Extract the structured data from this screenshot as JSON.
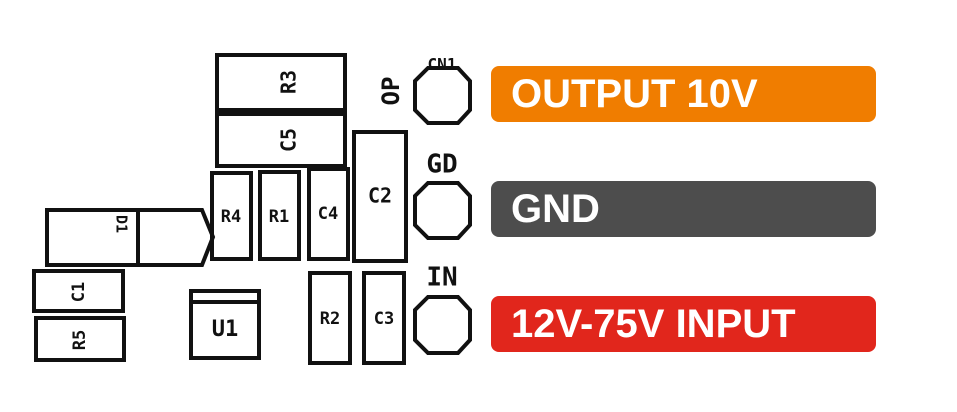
{
  "components": {
    "r3": "R3",
    "c5": "C5",
    "c2": "C2",
    "r4": "R4",
    "r1": "R1",
    "c4": "C4",
    "d1": "D1",
    "c1": "C1",
    "r5": "R5",
    "u1": "U1",
    "r2": "R2",
    "c3": "C3"
  },
  "connector": {
    "name": "CN1",
    "pins": [
      {
        "code": "OP",
        "description": "OUTPUT 10V",
        "color": "#F07D00"
      },
      {
        "code": "GD",
        "description": "GND",
        "color": "#4D4D4D"
      },
      {
        "code": "IN",
        "description": "12V-75V INPUT",
        "color": "#E1261C"
      }
    ]
  },
  "colors": {
    "silkscreen": "#111111",
    "background": "#FFFFFF",
    "banner_text": "#FFFFFF"
  }
}
